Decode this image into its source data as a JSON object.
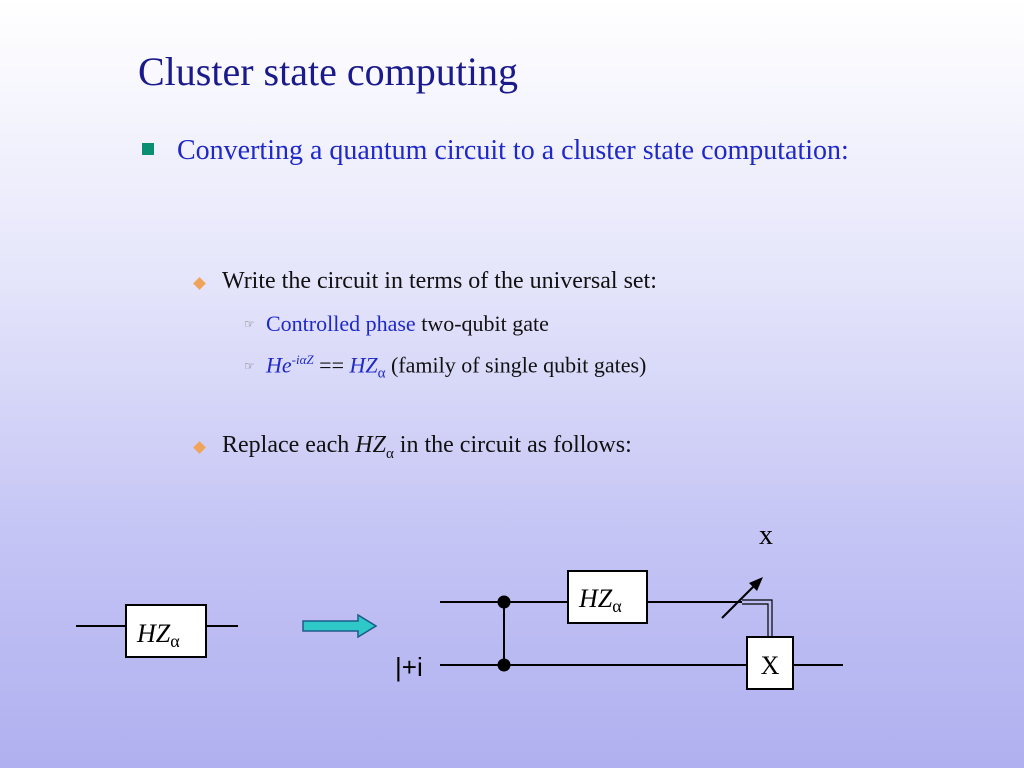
{
  "slide": {
    "title": "Cluster state computing",
    "bullet1": "Converting a quantum circuit to a cluster state computation:",
    "sub1": "Write the circuit in terms of the universal set:",
    "sub1a_blue": "Controlled phase",
    "sub1a_rest": " two-qubit gate",
    "sub1b_he": "He",
    "sub1b_sup": "-iαZ",
    "sub1b_eq": " == ",
    "sub1b_hz": "HZ",
    "sub1b_alpha": "α",
    "sub1b_rest": " (family of single qubit gates)",
    "sub2_pre": "Replace each ",
    "sub2_hz": "HZ",
    "sub2_alpha": "α",
    "sub2_post": " in the circuit as follows:"
  },
  "diagram": {
    "gate_left_hz": "HZ",
    "gate_left_alpha": "α",
    "gate_right_hz": "HZ",
    "gate_right_alpha": "α",
    "plus_state": "|+i",
    "x_gate": "X",
    "measurement_out": "x",
    "arrow_color": "#2ec8c8"
  }
}
